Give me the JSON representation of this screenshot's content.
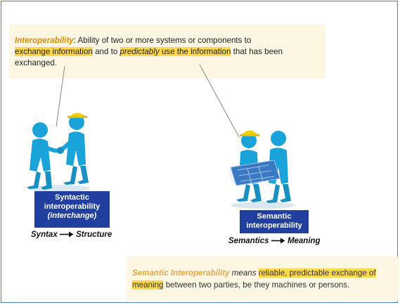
{
  "definition": {
    "term": "Interoperability",
    "text_1": ": Ability of two or more systems or components to",
    "hl_1": "exchange information",
    "text_2": " and to ",
    "hl_2": "predictably",
    "hl_3": " use the information",
    "text_3": " that has been exchanged."
  },
  "syntactic": {
    "label_line1": "Syntactic",
    "label_line2": "interoperability",
    "label_line3": "(interchange)",
    "caption_left": "Syntax",
    "caption_right": "Structure"
  },
  "semantic": {
    "label_line1": "Semantic",
    "label_line2": "interoperability",
    "caption_left": "Semantics",
    "caption_right": "Meaning"
  },
  "note": {
    "term": "Semantic Interoperability",
    "text_1": " means ",
    "hl_1": "reliable, predictable exchange of",
    "hl_2": "meaning",
    "text_2": " between two parties, be they machines or persons."
  },
  "colors": {
    "frame": "#4f81bd",
    "label_box": "#203f9e",
    "highlight": "#ffd84d",
    "figure_body": "#1aa3d9",
    "hard_hat": "#f5d000"
  },
  "icons": {
    "figures_left": "two-figures-handshake-icon",
    "figures_right": "two-figures-blueprint-icon",
    "arrow": "right-arrow-icon"
  }
}
